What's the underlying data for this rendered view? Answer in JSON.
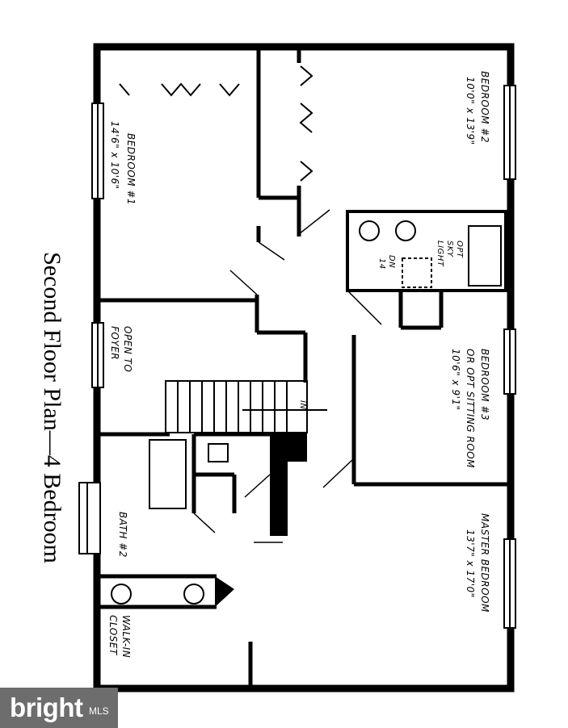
{
  "title": "Second Floor Plan—4 Bedroom",
  "rooms": {
    "bedroom2": {
      "name": "BEDROOM #2",
      "dims": "10'0\" x 13'9\""
    },
    "bedroom1": {
      "name": "BEDROOM #1",
      "dims": "14'6\" x 10'6\""
    },
    "bedroom3": {
      "name": "BEDROOM #3",
      "alt": "OR OPT SITTING ROOM",
      "dims": "10'6\" x 9'1\""
    },
    "master": {
      "name": "MASTER BEDROOM",
      "dims": "13'7\" x 17'0\""
    },
    "open_foyer": {
      "line1": "OPEN TO",
      "line2": "FOYER"
    },
    "bath2": {
      "name": "BATH #2"
    },
    "walkin": {
      "line1": "WALK-IN",
      "line2": "CLOSET"
    },
    "optional_skylight": {
      "line1": "OPT",
      "line2": "SKY",
      "line3": "LIGHT"
    },
    "down": {
      "line1": "DN",
      "line2": "14"
    },
    "stair_in": "IN"
  },
  "watermark": {
    "brand": "bright",
    "suffix": "MLS"
  }
}
